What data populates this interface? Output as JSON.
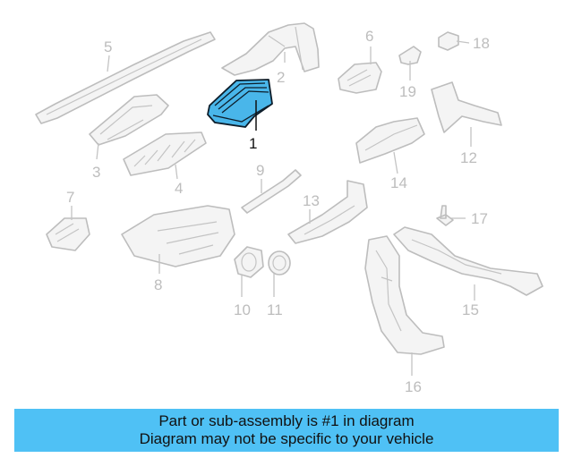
{
  "diagram": {
    "highlight_color": "#49b6ea",
    "callouts": [
      "1",
      "2",
      "3",
      "4",
      "5",
      "6",
      "7",
      "8",
      "9",
      "10",
      "11",
      "12",
      "13",
      "14",
      "15",
      "16",
      "17",
      "18",
      "19"
    ]
  },
  "banner": {
    "background": "#4fc1f5",
    "line1": "Part or sub-assembly is #1 in diagram",
    "line2": "Diagram may not be specific to your vehicle"
  }
}
